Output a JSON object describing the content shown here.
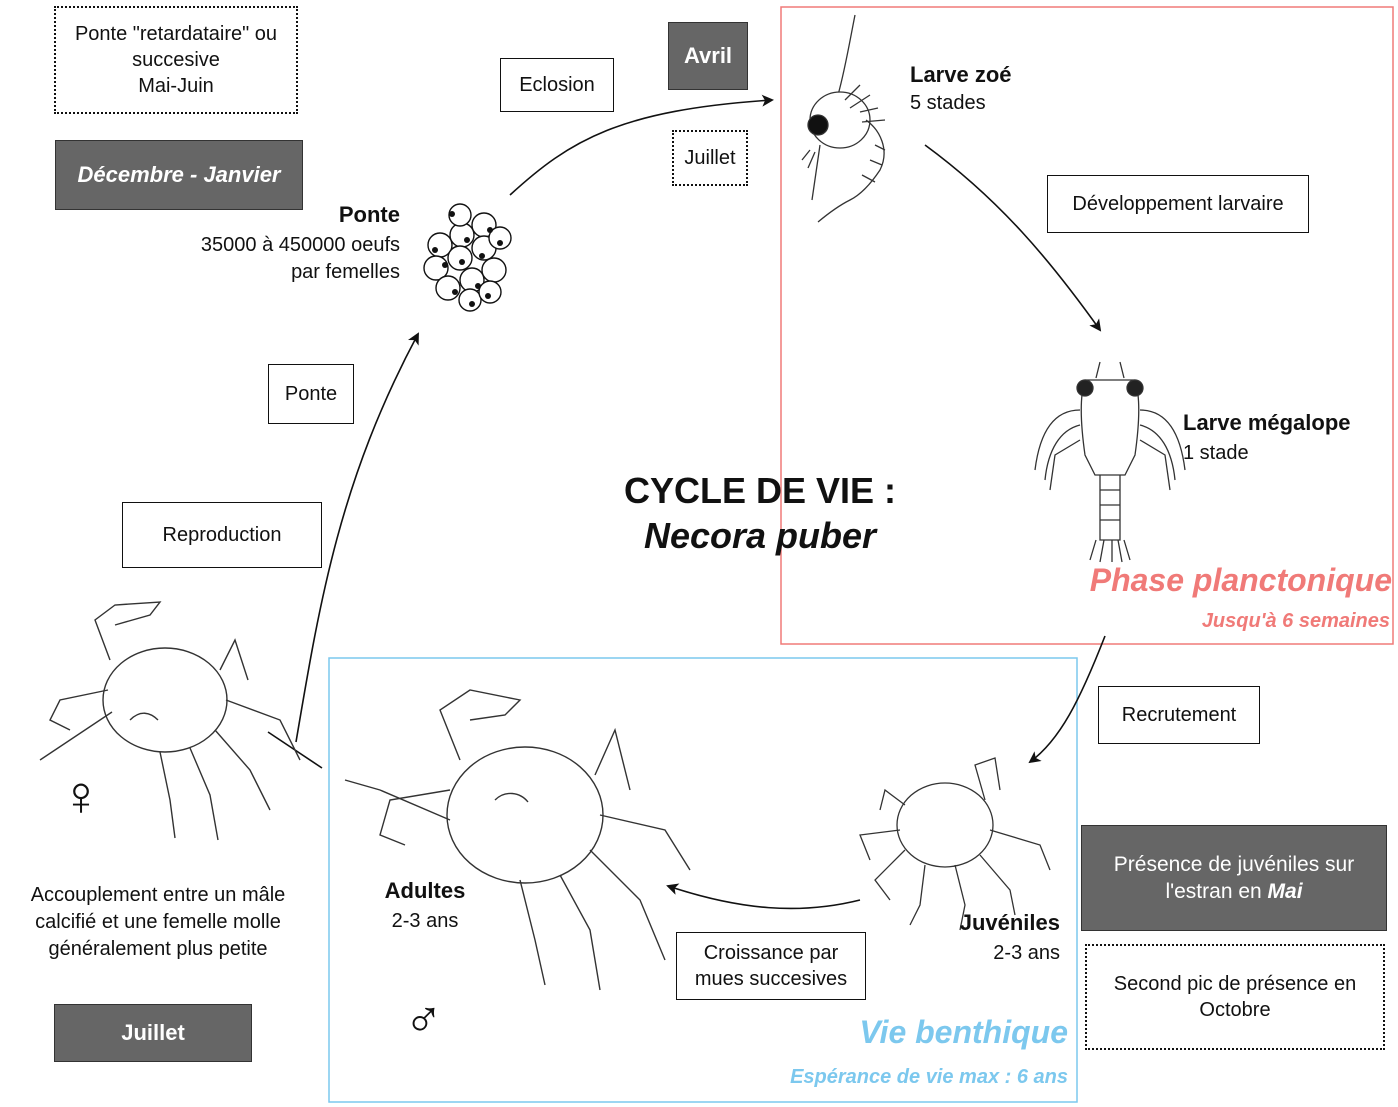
{
  "title": {
    "line1": "CYCLE DE VIE :",
    "line2": "Necora puber"
  },
  "phase_planctonique": {
    "title": "Phase planctonique",
    "subtitle": "Jusqu'à 6 semaines",
    "color": "#f07a78"
  },
  "vie_benthique": {
    "title": "Vie benthique",
    "subtitle": "Espérance de vie max : 6 ans",
    "color": "#7cc8ee"
  },
  "notes": {
    "ponte_retardataire": "Ponte \"retardataire\" ou\nsuccesive\nMai-Juin",
    "decembre_janvier": "Décembre - Janvier",
    "juillet_bottom": "Juillet",
    "avril": "Avril",
    "juillet_top": "Juillet",
    "presence_juveniles_pre": "Présence de juvéniles sur\nl'estran en ",
    "presence_juveniles_month": "Mai",
    "second_pic": "Second pic de présence en\nOctobre",
    "accouplement": "Accouplement entre un mâle\ncalcifié et une femelle molle\ngénéralement plus petite"
  },
  "transitions": {
    "eclosion": "Eclosion",
    "developpement": "Développement larvaire",
    "ponte": "Ponte",
    "reproduction": "Reproduction",
    "recrutement": "Recrutement",
    "croissance": "Croissance par\nmues succesives"
  },
  "stages": {
    "ponte_title": "Ponte",
    "ponte_desc": "35000 à 450000 oeufs\npar femelles",
    "zoe_title": "Larve zoé",
    "zoe_desc": "5 stades",
    "megalope_title": "Larve mégalope",
    "megalope_desc": "1 stade",
    "juveniles_title": "Juvéniles",
    "juveniles_desc": "2-3 ans",
    "adultes_title": "Adultes",
    "adultes_desc": "2-3 ans"
  },
  "symbols": {
    "female": "♀",
    "male": "♂"
  }
}
